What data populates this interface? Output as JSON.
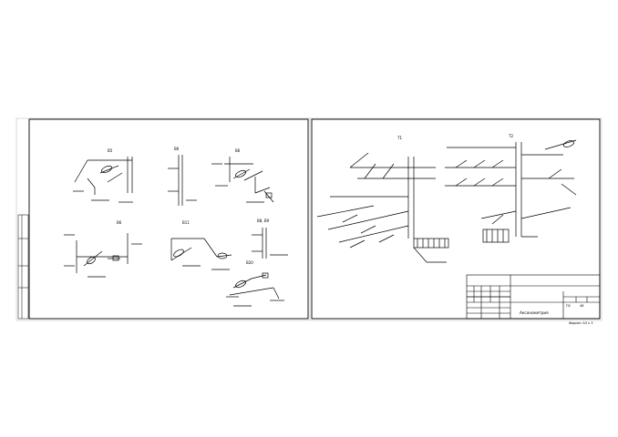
{
  "sheet_left": {
    "title_labels": {
      "v5": "В5",
      "v6": "В6",
      "v6_2": "В6",
      "v6b": "В6",
      "v11": "В11",
      "v8_9": "В8, В9",
      "v20": "В20"
    }
  },
  "sheet_right": {
    "title_labels": {
      "t1": "Т1",
      "t2": "Т2"
    }
  },
  "title_block": {
    "drawing_name": "Аксонометрия",
    "sheet": "П2",
    "sheets": "48",
    "format": "Формат А3 x 3"
  },
  "colors": {
    "line": "#000000",
    "paper": "#ffffff",
    "frame": "#cfcfcf"
  }
}
